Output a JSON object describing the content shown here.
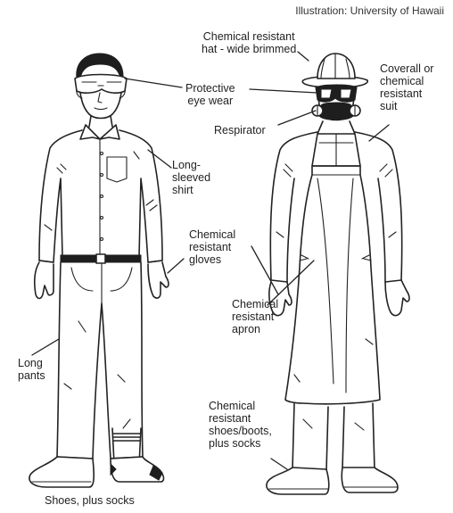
{
  "credit": "Illustration: University of Hawaii",
  "labels": {
    "hat": "Chemical resistant\nhat - wide brimmed",
    "eyewear": "Protective\neye wear",
    "coverall": "Coverall or\nchemical\nresistant\nsuit",
    "respirator": "Respirator",
    "shirt": "Long-\nsleeved\nshirt",
    "gloves": "Chemical\nresistant\ngloves",
    "apron": "Chemical\nresistant\napron",
    "pants": "Long\npants",
    "boots": "Chemical\nresistant\nshoes/boots,\nplus socks",
    "shoes": "Shoes, plus socks"
  },
  "colors": {
    "ink": "#222222",
    "background": "#ffffff"
  }
}
